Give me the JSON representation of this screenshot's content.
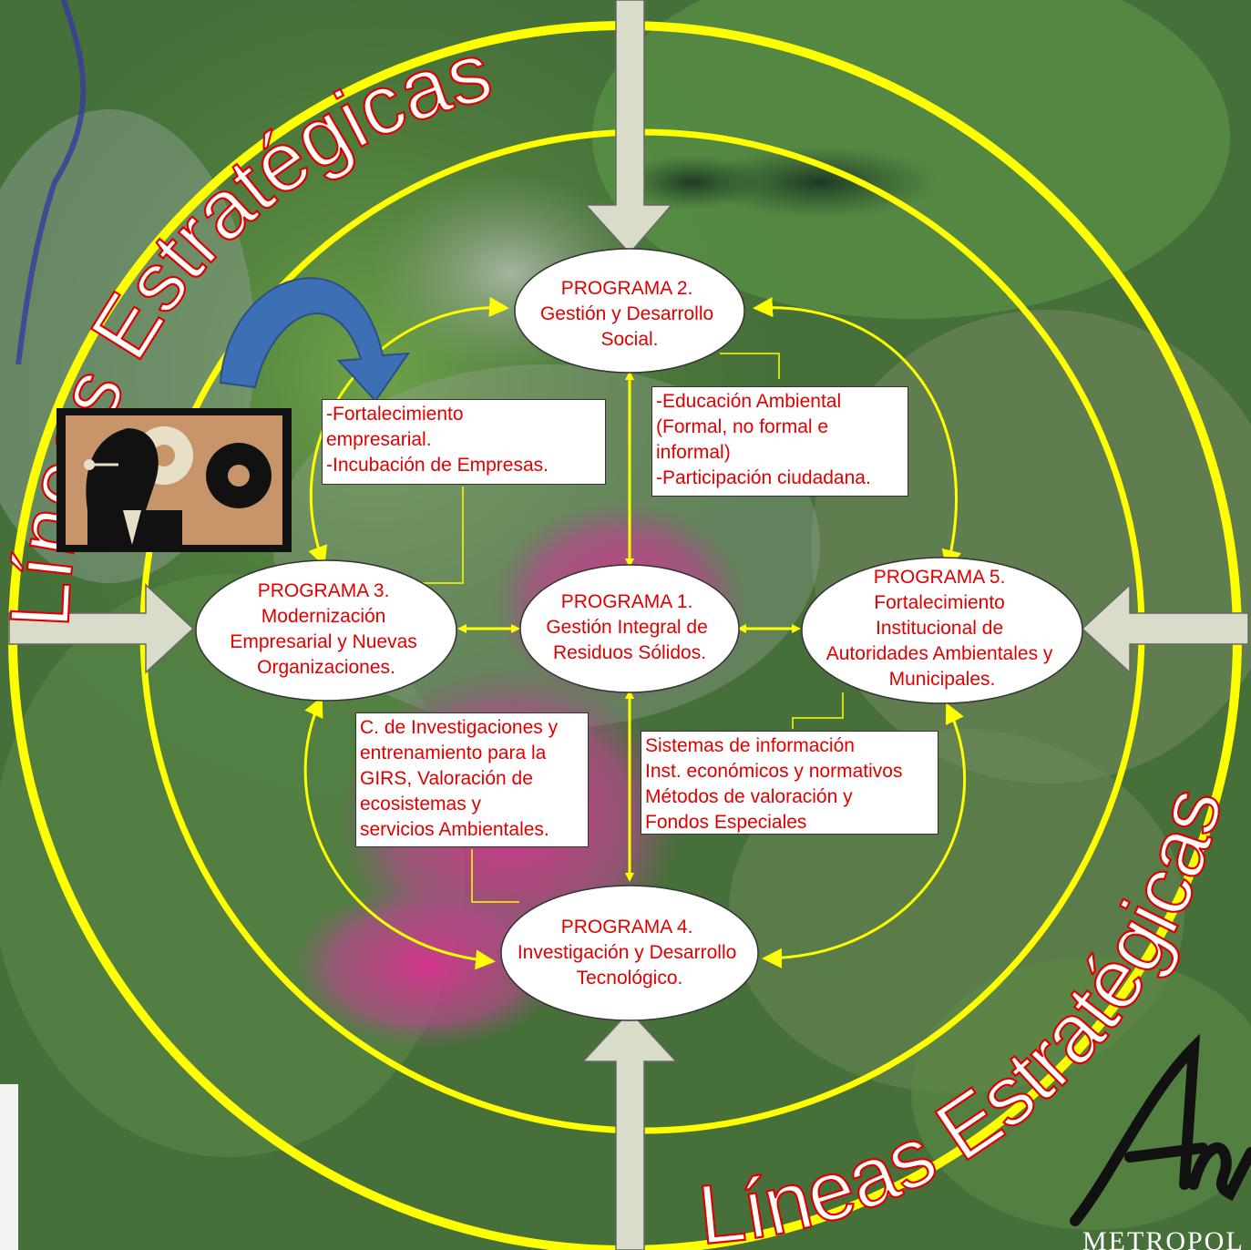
{
  "programs": {
    "p1": [
      "PROGRAMA 1.",
      "Gestión Integral de",
      "Residuos Sólidos."
    ],
    "p2": [
      "PROGRAMA 2.",
      "Gestión y  Desarrollo",
      "Social."
    ],
    "p3": [
      "PROGRAMA 3.",
      "Modernización",
      "Empresarial y Nuevas",
      "Organizaciones."
    ],
    "p4": [
      "PROGRAMA 4.",
      "Investigación y Desarrollo",
      "Tecnológico."
    ],
    "p5": [
      "PROGRAMA 5.",
      "Fortalecimiento",
      "Institucional de",
      "Autoridades Ambientales y",
      "Municipales."
    ]
  },
  "boxes": {
    "empresarial": "-Fortalecimiento\nempresarial.\n-Incubación de Empresas.",
    "educacion": "-Educación Ambiental\n(Formal, no formal e\ninformal)\n-Participación ciudadana.",
    "investigaciones": "C. de Investigaciones y\nentrenamiento para la\nGIRS, Valoración de\necosistemas y\nservicios Ambientales.",
    "sistemas": "Sistemas de información\nInst. económicos y normativos\nMétodos de valoración y\nFondos Especiales"
  },
  "ring_text": {
    "top": "Líneas Estratégicas",
    "bottom": "Líneas Estratégicas"
  },
  "logo_text": "METROPOL",
  "colors": {
    "ring": "#ffff00",
    "arrow": "#d9dcc8",
    "text_red": "#e00000",
    "curved_arrow": "#3d6fb5"
  }
}
